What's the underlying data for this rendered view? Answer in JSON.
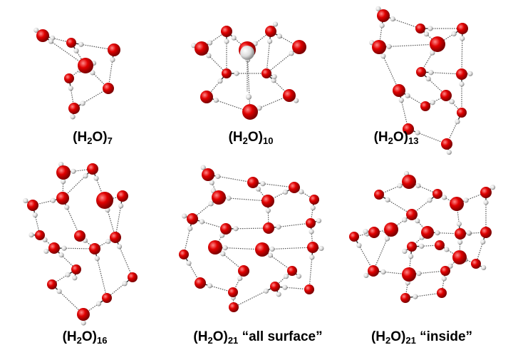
{
  "clusters": [
    {
      "id": "w7",
      "formula": "(H",
      "sub1": "2",
      "mid": "O)",
      "sub2": "7",
      "suffix": ""
    },
    {
      "id": "w10",
      "formula": "(H",
      "sub1": "2",
      "mid": "O)",
      "sub2": "10",
      "suffix": ""
    },
    {
      "id": "w13",
      "formula": "(H",
      "sub1": "2",
      "mid": "O)",
      "sub2": "13",
      "suffix": ""
    },
    {
      "id": "w16",
      "formula": "(H",
      "sub1": "2",
      "mid": "O)",
      "sub2": "16",
      "suffix": ""
    },
    {
      "id": "w21s",
      "formula": "(H",
      "sub1": "2",
      "mid": "O)",
      "sub2": "21",
      "suffix": " “all surface”"
    },
    {
      "id": "w21i",
      "formula": "(H",
      "sub1": "2",
      "mid": "O)",
      "sub2": "21",
      "suffix": " “inside”"
    }
  ],
  "colors": {
    "oxygen": "#d40000",
    "hydrogen": "#d8d8d8",
    "bond": "#333333",
    "hbond": "#555555"
  }
}
